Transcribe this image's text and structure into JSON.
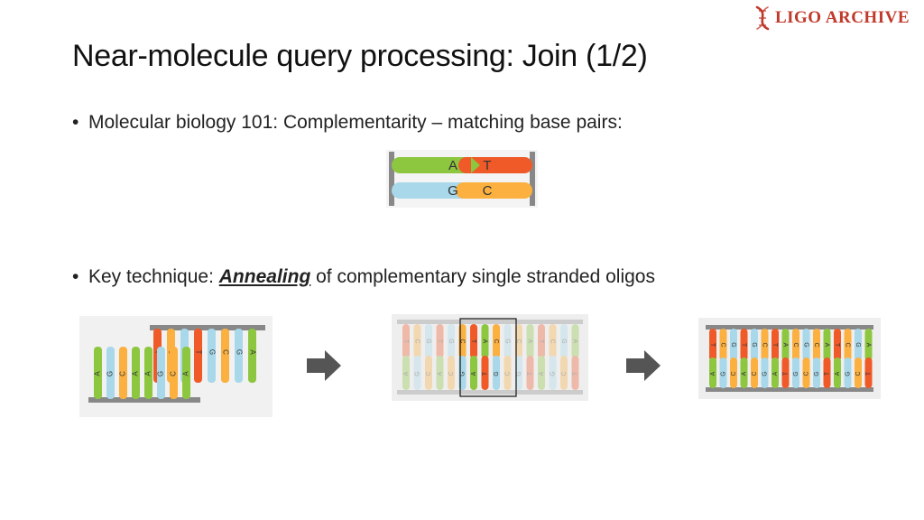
{
  "logo": {
    "text": "LIGO ARCHIVE",
    "icon": "dna-helix-icon",
    "color": "#c0392b"
  },
  "slide": {
    "title": "Near-molecule query processing: Join (1/2)",
    "bullets": [
      {
        "marker": "•",
        "text": "Molecular biology 101: Complementarity – matching base pairs:"
      },
      {
        "marker": "•",
        "prefix": "Key technique: ",
        "emphasis": "Annealing",
        "suffix": " of complementary single stranded oligos"
      }
    ]
  },
  "base_pairs_figure": {
    "pairs": [
      [
        "A",
        "T"
      ],
      [
        "G",
        "C"
      ]
    ],
    "colors": {
      "A": "#8dc63f",
      "T": "#ef5a28",
      "G": "#a8d8ea",
      "C": "#fbb040",
      "frame": "#888888"
    }
  },
  "annealing_figures": {
    "upper_strand": [
      "T",
      "C",
      "G",
      "T",
      "G",
      "C",
      "G",
      "A"
    ],
    "lower_strand": [
      "A",
      "G",
      "C",
      "A",
      "A",
      "G",
      "C",
      "A"
    ],
    "paired_bottom": [
      "A",
      "G",
      "C",
      "A",
      "C",
      "G",
      "A",
      "T",
      "G",
      "C",
      "G",
      "T",
      "A",
      "G",
      "C",
      "T"
    ],
    "paired_top": [
      "T",
      "C",
      "G",
      "T",
      "G",
      "C",
      "T",
      "A",
      "C",
      "G",
      "C",
      "A",
      "T",
      "C",
      "G",
      "A"
    ]
  }
}
